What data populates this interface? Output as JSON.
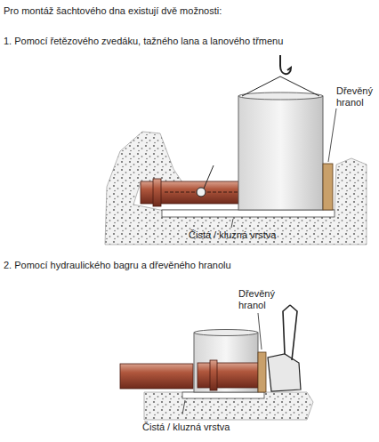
{
  "diagram": {
    "title": "Pro montáž šachtového dna existují dvě možnosti:",
    "labels": [
      "1. Pomocí řetězového zvedáku, tažného lana a lanového třmenu",
      "Dřevěný hranol",
      "Čistá / kluzná vrstva",
      "2. Pomocí hydraulického bagru a dřevěného hranolu",
      "Dřevěný hranol",
      "Čistá / kluzná vrstva"
    ]
  }
}
